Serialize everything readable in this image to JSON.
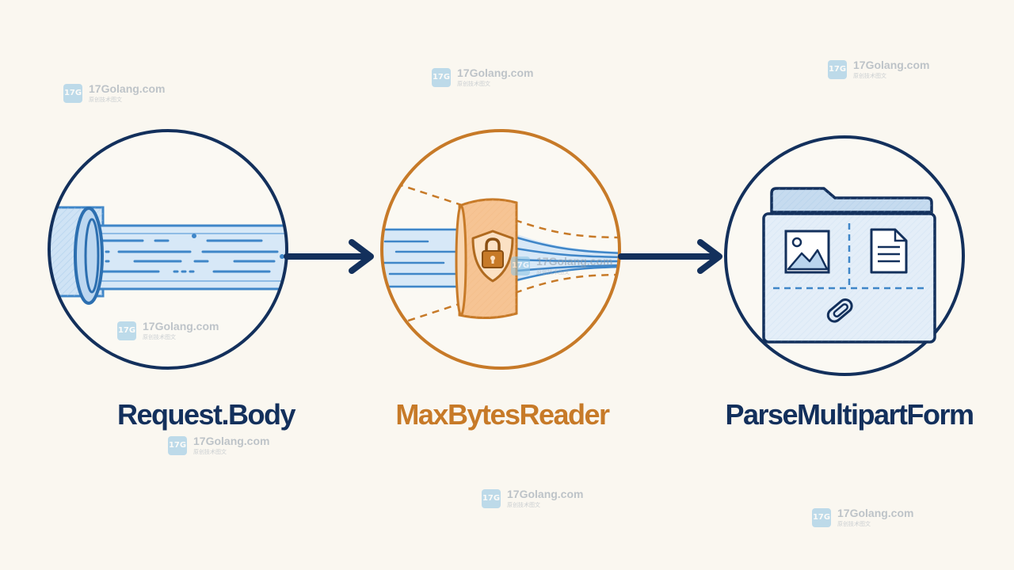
{
  "stages": [
    {
      "label": "Request.Body"
    },
    {
      "label": "MaxBytesReader"
    },
    {
      "label": "ParseMultipartForm"
    }
  ],
  "colors": {
    "navy": "#13305c",
    "orange": "#c77a28",
    "blue": "#3f86c8",
    "light_blue": "#cfe3f5",
    "background": "#faf7f0"
  },
  "watermark": {
    "logo_text": "17G",
    "site": "17Golang.com",
    "subtitle": "原创技术图文"
  },
  "icons": [
    "lock-icon",
    "shield-icon",
    "image-icon",
    "document-icon",
    "paperclip-icon",
    "folder-icon",
    "arrow-right-icon"
  ]
}
